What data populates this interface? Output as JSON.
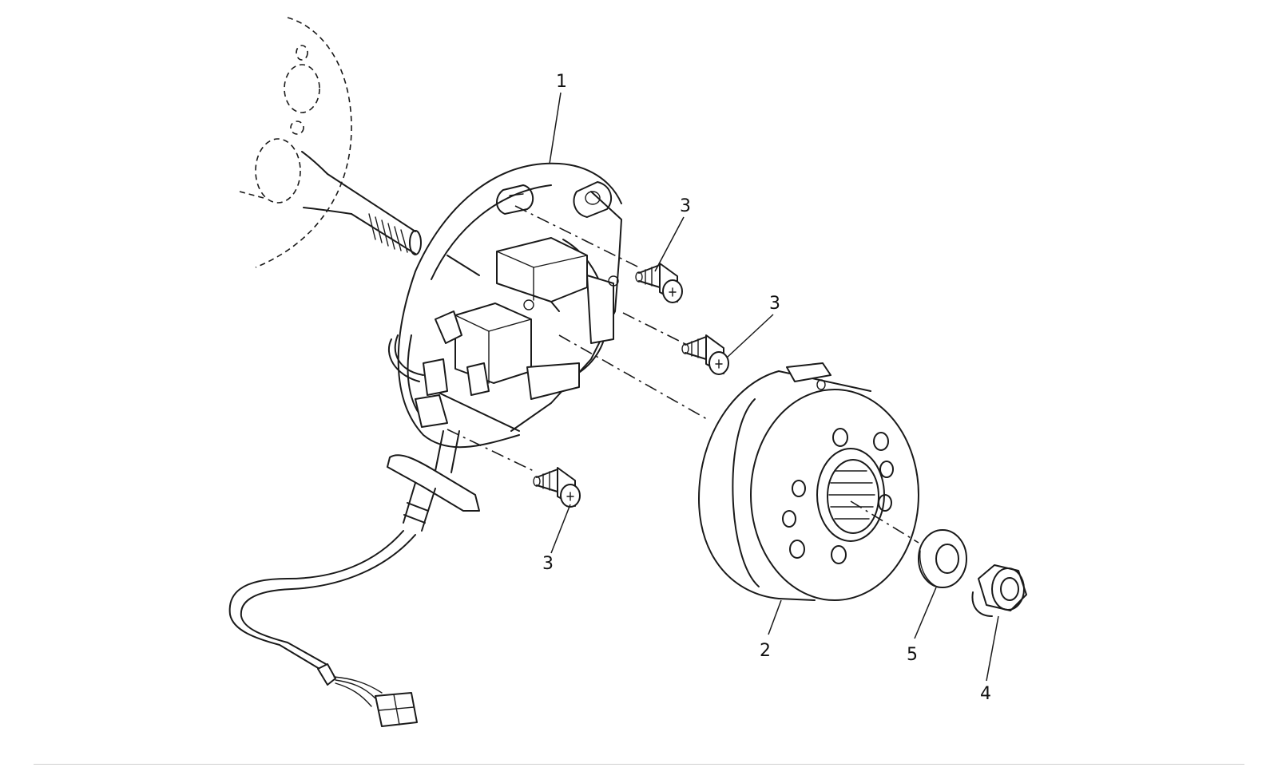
{
  "callouts": {
    "c1": "1",
    "c2": "2",
    "c3a": "3",
    "c3b": "3",
    "c3c": "3",
    "c4": "4",
    "c5": "5"
  },
  "colors": {
    "line": "#1a1a1a",
    "background": "#ffffff",
    "rule": "#cfcfcf"
  }
}
